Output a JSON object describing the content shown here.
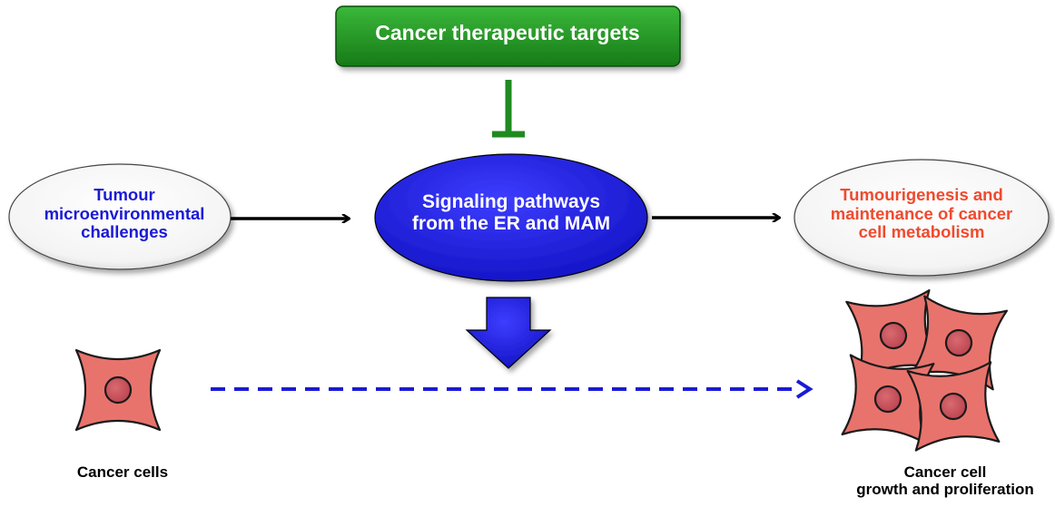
{
  "top_box": {
    "label": "Cancer therapeutic targets",
    "fill": "#1f8a1f",
    "inhibit_color": "#1f8a1f"
  },
  "left_node": {
    "lines": [
      "Tumour",
      "microenvironmental",
      "challenges"
    ],
    "text_color": "#1a1ad6"
  },
  "center_node": {
    "lines": [
      "Signaling pathways",
      "from the ER and MAM"
    ],
    "fill": "#1a1ad6"
  },
  "right_node": {
    "lines": [
      "Tumourigenesis and",
      "maintenance of cancer",
      "cell metabolism"
    ],
    "text_color": "#f04a2e"
  },
  "captions": {
    "left": "Cancer cells",
    "right": [
      "Cancer cell",
      "growth and proliferation"
    ]
  },
  "colors": {
    "cell_fill": "#e8736c",
    "nucleus_fill": "#c8505a",
    "arrow_black": "#000000",
    "dashed_arrow": "#1a1ad6",
    "down_arrow": "#1a1ad6"
  }
}
